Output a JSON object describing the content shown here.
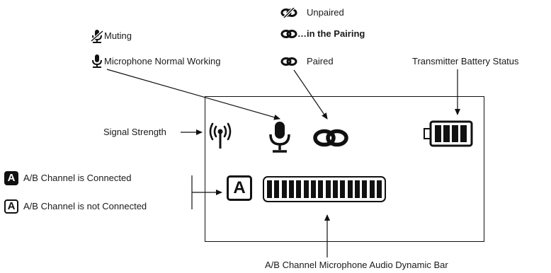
{
  "legend_pairing": {
    "unpaired": "Unpaired",
    "pairing": "…in the Pairing",
    "paired": "Paired"
  },
  "legend_mic": {
    "muting": "Muting",
    "normal": "Microphone Normal Working"
  },
  "callouts": {
    "battery": "Transmitter Battery Status",
    "signal": "Signal Strength",
    "audio_bar": "A/B Channel Microphone Audio Dynamic Bar"
  },
  "legend_channel": {
    "badge_letter": "A",
    "connected": "A/B Channel is Connected",
    "not_connected": "A/B Channel is not Connected"
  },
  "display": {
    "channel_letter": "A",
    "audio_segments": 16,
    "battery_bars": 4
  },
  "icons": [
    "link-broken-icon",
    "link-icon",
    "mic-muted-icon",
    "mic-icon",
    "signal-strength-icon",
    "battery-icon"
  ]
}
